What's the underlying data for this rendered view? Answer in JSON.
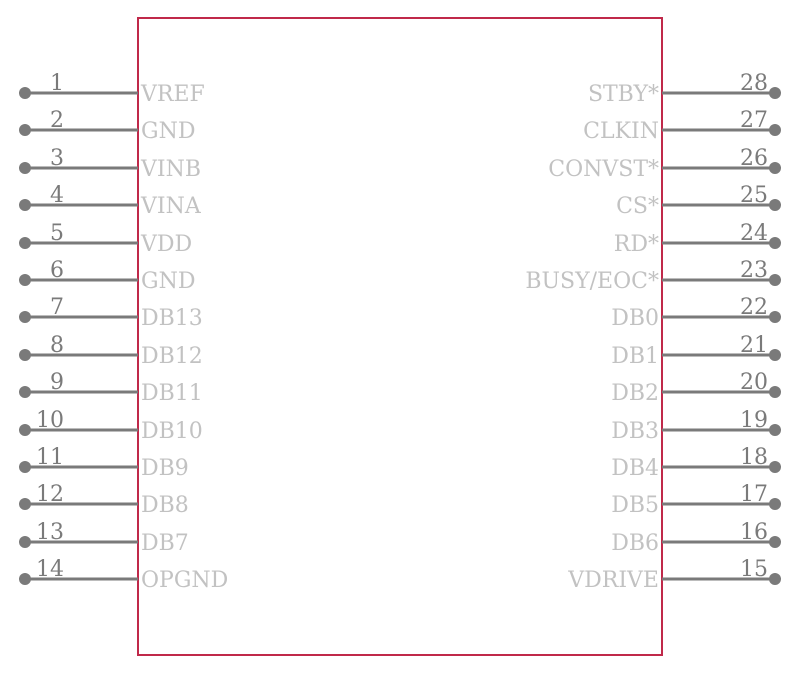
{
  "colors": {
    "body_outline": "#c0294a",
    "pin": "#7a7a7a",
    "pin_label": "#c2c2c2",
    "background": "#ffffff"
  },
  "component": {
    "left_pins": [
      {
        "number": "1",
        "name": "VREF"
      },
      {
        "number": "2",
        "name": "GND"
      },
      {
        "number": "3",
        "name": "VINB"
      },
      {
        "number": "4",
        "name": "VINA"
      },
      {
        "number": "5",
        "name": "VDD"
      },
      {
        "number": "6",
        "name": "GND"
      },
      {
        "number": "7",
        "name": "DB13"
      },
      {
        "number": "8",
        "name": "DB12"
      },
      {
        "number": "9",
        "name": "DB11"
      },
      {
        "number": "10",
        "name": "DB10"
      },
      {
        "number": "11",
        "name": "DB9"
      },
      {
        "number": "12",
        "name": "DB8"
      },
      {
        "number": "13",
        "name": "DB7"
      },
      {
        "number": "14",
        "name": "OPGND"
      }
    ],
    "right_pins": [
      {
        "number": "28",
        "name": "STBY*"
      },
      {
        "number": "27",
        "name": "CLKIN"
      },
      {
        "number": "26",
        "name": "CONVST*"
      },
      {
        "number": "25",
        "name": "CS*"
      },
      {
        "number": "24",
        "name": "RD*"
      },
      {
        "number": "23",
        "name": "BUSY/EOC*"
      },
      {
        "number": "22",
        "name": "DB0"
      },
      {
        "number": "21",
        "name": "DB1"
      },
      {
        "number": "20",
        "name": "DB2"
      },
      {
        "number": "19",
        "name": "DB3"
      },
      {
        "number": "18",
        "name": "DB4"
      },
      {
        "number": "17",
        "name": "DB5"
      },
      {
        "number": "16",
        "name": "DB6"
      },
      {
        "number": "15",
        "name": "VDRIVE"
      }
    ]
  }
}
